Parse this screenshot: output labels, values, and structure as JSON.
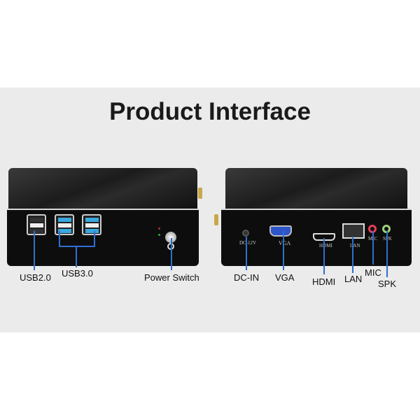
{
  "title": "Product Interface",
  "left_device": {
    "labels": {
      "usb2": "USB2.0",
      "usb3": "USB3.0",
      "power": "Power Switch"
    }
  },
  "right_device": {
    "port_print": {
      "dc": "DC-12V",
      "vga": "VGA",
      "hdmi": "HDMI",
      "lan": "LAN",
      "mic": "MIC",
      "spk": "SPK"
    },
    "labels": {
      "dc": "DC-IN",
      "vga": "VGA",
      "hdmi": "HDMI",
      "lan": "LAN",
      "mic": "MIC",
      "spk": "SPK"
    }
  },
  "colors": {
    "accent_line": "#2f6fd0",
    "usb3_blue": "#3aa8e0",
    "mic": "#e0405a",
    "spk": "#9ed07a"
  }
}
